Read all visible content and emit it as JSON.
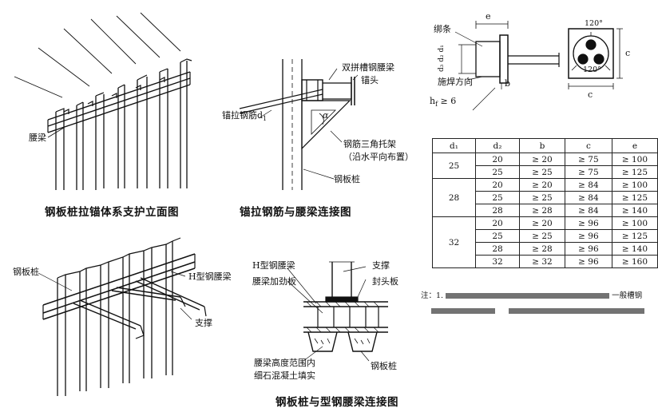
{
  "fig1": {
    "caption": "钢板桩拉锚体系支护立面图",
    "label_waist_beam": "腰梁"
  },
  "fig2": {
    "caption": "锚拉钢筋与腰梁连接图",
    "label_channel_beam": "双拼槽钢腰梁",
    "label_anchor_head": "锚头",
    "label_anchor_bar": "锚拉钢筋d",
    "label_anchor_bar_sub": "1",
    "label_bracket": "钢筋三角托架",
    "label_bracket_note": "（沿水平向布置）",
    "label_sheet_pile": "钢板桩",
    "label_alpha": "α"
  },
  "fig3": {
    "label_binding": "绑条",
    "label_dims": "d₃ d₂ d₁",
    "label_e": "e",
    "label_b": "b",
    "label_c_side": "c",
    "label_c_bottom": "c",
    "label_weld_dir": "施焊方向",
    "label_hf": "h",
    "label_hf_sub": "f",
    "label_hf_val": " ≥ 6",
    "label_angle1": "120°",
    "label_angle2": "120°"
  },
  "fig4": {
    "label_sheet_pile": "钢板桩",
    "label_h_beam": "H型钢腰梁",
    "label_support": "支撑"
  },
  "fig5": {
    "caption": "钢板桩与型钢腰梁连接图",
    "label_h_beam": "H型钢腰梁",
    "label_stiffener": "腰梁加劲板",
    "label_support": "支撑",
    "label_end_plate": "封头板",
    "label_concrete_1": "腰梁高度范围内",
    "label_concrete_2": "细石混凝土填实",
    "label_sheet_pile": "钢板桩"
  },
  "table": {
    "headers": [
      "d₁",
      "d₂",
      "b",
      "c",
      "e"
    ],
    "groups": [
      {
        "d1": "25",
        "rows": [
          [
            "20",
            "≥ 20",
            "≥ 75",
            "≥ 100"
          ],
          [
            "25",
            "≥ 25",
            "≥ 75",
            "≥ 125"
          ]
        ]
      },
      {
        "d1": "28",
        "rows": [
          [
            "20",
            "≥ 20",
            "≥ 84",
            "≥ 100"
          ],
          [
            "25",
            "≥ 25",
            "≥ 84",
            "≥ 125"
          ],
          [
            "28",
            "≥ 28",
            "≥ 84",
            "≥ 140"
          ]
        ]
      },
      {
        "d1": "32",
        "rows": [
          [
            "20",
            "≥ 20",
            "≥ 96",
            "≥ 100"
          ],
          [
            "25",
            "≥ 25",
            "≥ 96",
            "≥ 125"
          ],
          [
            "28",
            "≥ 28",
            "≥ 96",
            "≥ 140"
          ],
          [
            "32",
            "≥ 32",
            "≥ 96",
            "≥ 160"
          ]
        ]
      }
    ]
  },
  "note": {
    "prefix": "注：1.",
    "tail": "一般槽钢"
  }
}
